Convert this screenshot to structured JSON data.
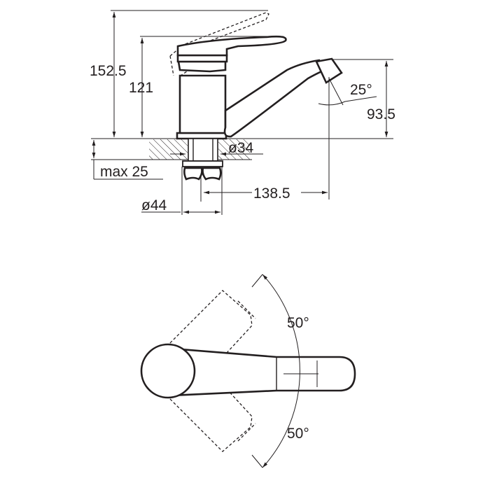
{
  "side_view": {
    "height_total": "152.5",
    "height_body": "121",
    "spout_height": "93.5",
    "spout_angle": "25°",
    "spout_reach": "138.5",
    "hole_diameter": "ø34",
    "base_diameter": "ø44",
    "max_thickness": "max 25"
  },
  "top_view": {
    "swivel_left": "50°",
    "swivel_right": "50°"
  }
}
